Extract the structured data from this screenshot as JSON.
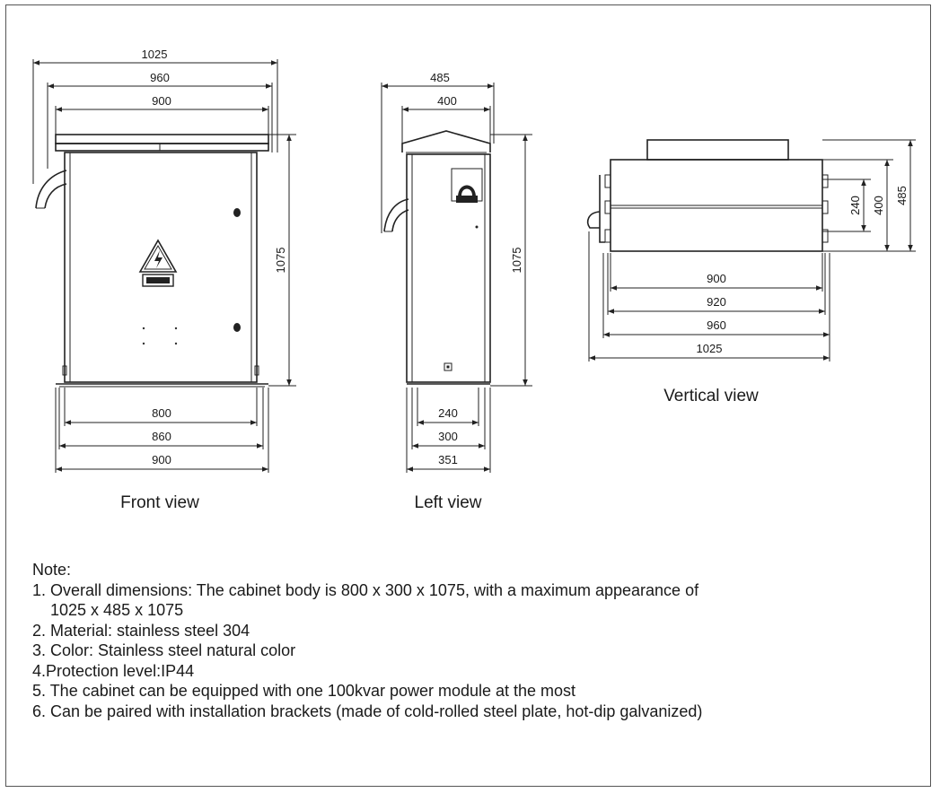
{
  "front_view": {
    "caption": "Front view",
    "top_dims": [
      "1025",
      "960",
      "900"
    ],
    "bottom_dims": [
      "800",
      "860",
      "900"
    ],
    "height_dim": "1075"
  },
  "left_view": {
    "caption": "Left view",
    "top_dims": [
      "485",
      "400"
    ],
    "bottom_dims": [
      "240",
      "300",
      "351"
    ],
    "height_dim": "1075"
  },
  "vertical_view": {
    "caption": "Vertical view",
    "bottom_dims": [
      "900",
      "920",
      "960",
      "1025"
    ],
    "side_dims": [
      "240",
      "400",
      "485"
    ]
  },
  "notes": {
    "heading": "Note:",
    "items": [
      "1. Overall dimensions: The cabinet body is 800 x 300 x 1075, with a maximum appearance of",
      "1025 x 485 x 1075",
      "2. Material: stainless steel 304",
      "3. Color: Stainless steel natural color",
      "4.Protection level:IP44",
      "5. The cabinet can be equipped with one 100kvar power module at the most",
      "6. Can be paired with installation brackets (made of cold-rolled steel plate, hot-dip galvanized)"
    ]
  }
}
